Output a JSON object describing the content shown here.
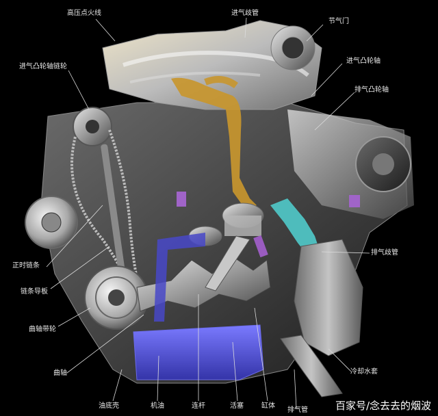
{
  "labels": {
    "ignition_coil": "高压点火线",
    "intake_manifold": "进气歧管",
    "throttle": "节气门",
    "intake_cam_sprocket": "进气凸轮轴链轮",
    "intake_camshaft": "进气凸轮轴",
    "exhaust_camshaft": "排气凸轮轴",
    "timing_chain": "正时链条",
    "chain_guide": "链条导板",
    "exhaust_manifold": "排气歧管",
    "crank_pulley": "曲轴带轮",
    "crankshaft": "曲轴",
    "coolant_jacket": "冷却水套",
    "oil_pan": "油底壳",
    "oil": "机油",
    "connecting_rod": "连杆",
    "piston": "活塞",
    "cylinder_block": "缸体",
    "exhaust_pipe": "排气管"
  },
  "watermark": "百家号/念去去的烟波",
  "colors": {
    "background": "#000000",
    "intake_runner": "#c8962e",
    "exhaust_runner": "#4fc3c3",
    "oil_pan": "#5a5ad6",
    "metal_light": "#d8d8d8",
    "metal_dark": "#5c5c5c"
  }
}
